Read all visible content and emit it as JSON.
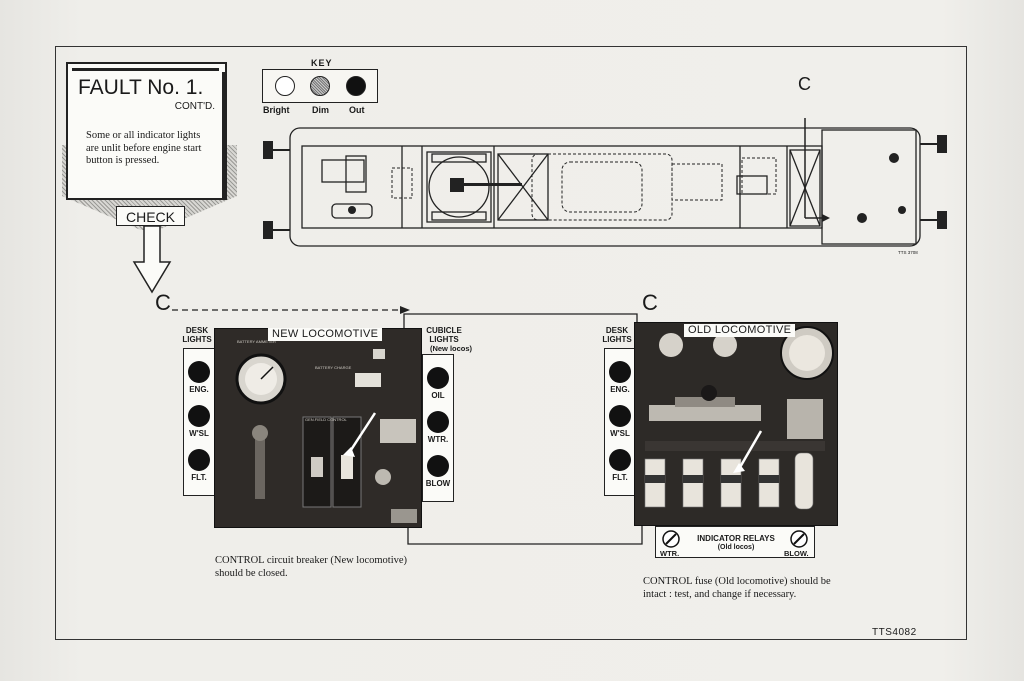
{
  "fault": {
    "title": "FAULT No. 1.",
    "subtitle": "CONT'D.",
    "description": "Some or all indicator lights are unlit before engine start button is pressed."
  },
  "check_label": "CHECK",
  "key": {
    "title": "KEY",
    "items": [
      {
        "label": "Bright",
        "fill": "#ffffff"
      },
      {
        "label": "Dim",
        "fill": "#9a9a9a"
      },
      {
        "label": "Out",
        "fill": "#111111"
      }
    ]
  },
  "locator_marks": {
    "c_top": "C",
    "c_left": "C",
    "c_right": "C"
  },
  "drawing_ref": "TTS 3708",
  "new_loco": {
    "title": "NEW LOCOMOTIVE",
    "desk_lights_title": "DESK LIGHTS",
    "desk_lights": [
      "ENG.",
      "W'SL",
      "FLT."
    ],
    "cubicle_lights_title": "CUBICLE LIGHTS",
    "cubicle_lights_sub": "(New locos)",
    "cubicle_lights": [
      "OIL",
      "WTR.",
      "BLOW"
    ],
    "caption": "CONTROL circuit breaker (New locomotive) should be closed."
  },
  "old_loco": {
    "title": "OLD LOCOMOTIVE",
    "desk_lights_title": "DESK LIGHTS",
    "desk_lights": [
      "ENG.",
      "W'SL",
      "FLT."
    ],
    "relays_title": "INDICATOR RELAYS",
    "relays_sub": "(Old locos)",
    "relay_left": "WTR.",
    "relay_right": "BLOW.",
    "caption": "CONTROL fuse (Old locomotive) should be intact : test, and change if necessary."
  },
  "figure_ref": "TTS4082",
  "colors": {
    "ink": "#1a1a1a",
    "paper": "#f0efeb",
    "panel": "#2a2725"
  }
}
